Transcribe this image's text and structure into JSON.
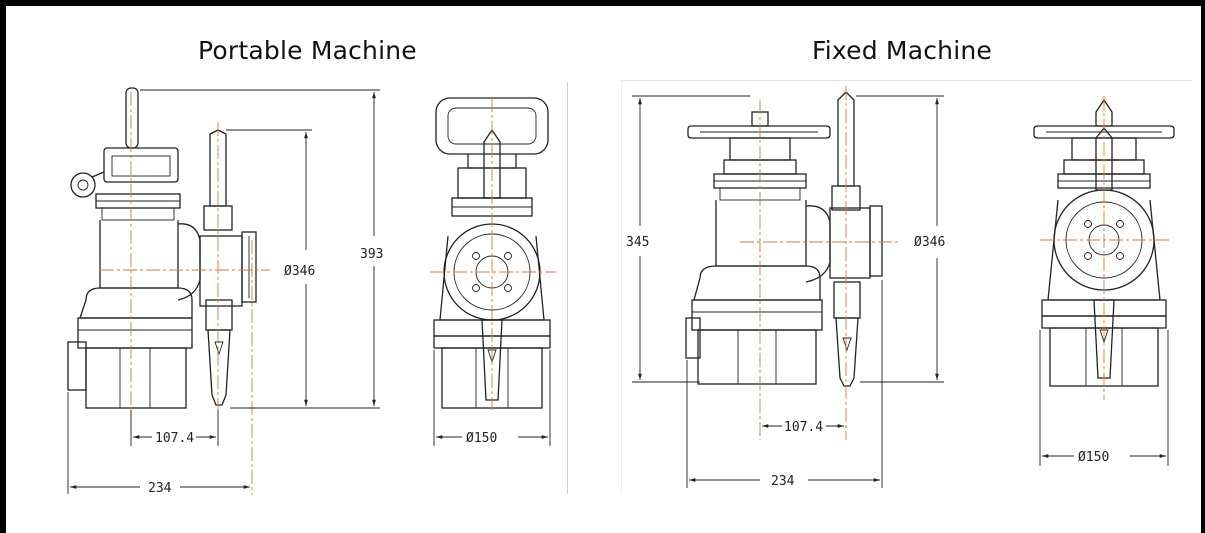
{
  "panels": {
    "portable": {
      "title": "Portable Machine",
      "dims": {
        "height": "393",
        "dia_main": "Ø346",
        "offset": "107.4",
        "width": "234",
        "dia_base": "Ø150"
      }
    },
    "fixed": {
      "title": "Fixed Machine",
      "dims": {
        "height": "345",
        "dia_main": "Ø346",
        "offset": "107.4",
        "width": "234",
        "dia_base": "Ø150"
      }
    }
  },
  "colors": {
    "line": "#222222",
    "centerline": "#d27a40",
    "frame": "#000000"
  }
}
